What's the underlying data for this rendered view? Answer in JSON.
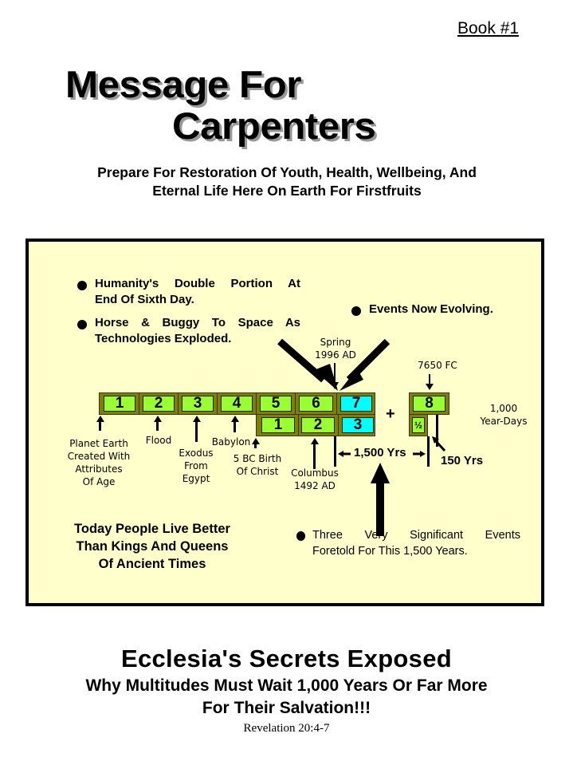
{
  "header": {
    "book_number": "Book #1",
    "title_line1": "Message For",
    "title_line2": "Carpenters",
    "subtitle_line1": "Prepare For Restoration Of Youth, Health, Wellbeing, And",
    "subtitle_line2": "Eternal Life Here On Earth For Firstfruits"
  },
  "diagram": {
    "background_color": "#ffffcc",
    "cell_green": "#99ff33",
    "cell_cyan": "#00ffff",
    "frame_olive": "#808000",
    "bullets": [
      {
        "line1": "Humanity's Double Portion At",
        "line2": "End Of Sixth Day."
      },
      {
        "line1": "Horse & Buggy To Space As",
        "line2": "Technologies Exploded."
      },
      {
        "line1": "Events Now Evolving."
      },
      {
        "line1": "Three Very Significant Events",
        "line2": "Foretold For This 1,500 Years."
      }
    ],
    "top_row": [
      "1",
      "2",
      "3",
      "4",
      "5",
      "6",
      "7"
    ],
    "bottom_row": [
      "1",
      "2",
      "3"
    ],
    "plus": "+",
    "eighth": "8",
    "half": "½",
    "spring_line1": "Spring",
    "spring_line2": "1996 AD",
    "fc_label": "7650 FC",
    "year_days_line1": "1,000",
    "year_days_line2": "Year-Days",
    "events": {
      "earth": [
        "Planet Earth",
        "Created With",
        "Attributes",
        "Of Age"
      ],
      "flood": "Flood",
      "exodus": [
        "Exodus",
        "From",
        "Egypt"
      ],
      "babylon": "Babylon",
      "christ": [
        "5 BC Birth",
        "Of Christ"
      ],
      "columbus": [
        "Columbus",
        "1492 AD"
      ]
    },
    "span_1500": "1,500 Yrs",
    "span_150": "150 Yrs",
    "left_note": [
      "Today People Live Better",
      "Than Kings And Queens",
      "Of Ancient Times"
    ]
  },
  "footer": {
    "title": "Ecclesia's Secrets Exposed",
    "sub_line1": "Why Multitudes Must Wait 1,000 Years Or Far More",
    "sub_line2": "For Their Salvation!!!",
    "reference": "Revelation 20:4-7"
  }
}
